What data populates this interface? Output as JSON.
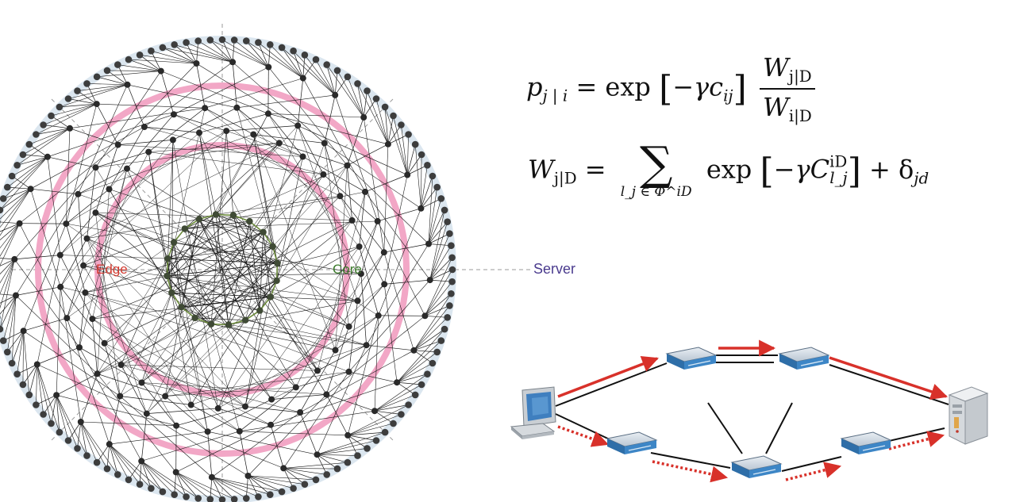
{
  "labels": {
    "edge": "Edge",
    "core": "Core",
    "server": "Server"
  },
  "formula1": {
    "lhs": "p",
    "lhs_sub": "j | i",
    "eq": "=",
    "fn": "exp",
    "bracket_body": "−γc",
    "bracket_sub": "ij",
    "num": "W",
    "num_sub": "j|D",
    "den": "W",
    "den_sub": "i|D"
  },
  "formula2": {
    "lhs": "W",
    "lhs_sub": "j|D",
    "eq": "=",
    "sigma": "∑",
    "sigma_lim": "l_j ∈ Φ^iD",
    "fn": "exp",
    "bracket_body": "−γC",
    "bracket_sup": "iD",
    "bracket_sub": "l_j",
    "plus": "+ δ",
    "delta_sub": "jd"
  },
  "colors": {
    "edge_ring": "#f2a7c6",
    "edge_label": "#d2392f",
    "core_label": "#3a7a2a",
    "server_label": "#4a3b8e",
    "node": "#3d3d3d",
    "arrow_red": "#d8312a"
  }
}
